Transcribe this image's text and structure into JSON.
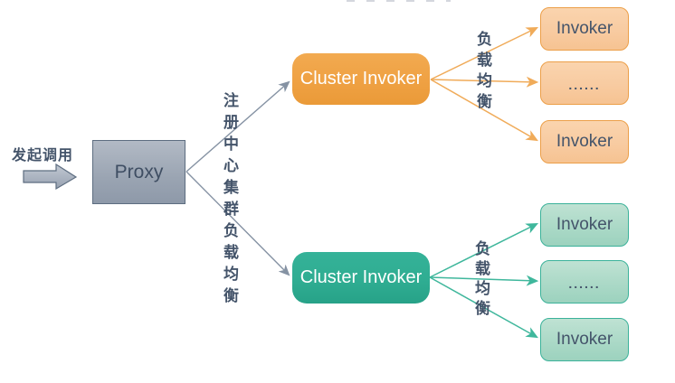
{
  "colors": {
    "ink": "#44546A",
    "orange": "#EFA143",
    "orange_light": "#F8CBA1",
    "orange_border": "#EC9F49",
    "orange_line": "#F0AB59",
    "teal": "#2FAD92",
    "teal_light": "#ABD9C7",
    "teal_border": "#3BB29A",
    "teal_line": "#3FB79C",
    "gray_line": "#8592A3",
    "proxy_border": "#5D6D80"
  },
  "caller": {
    "label": "发起调用"
  },
  "proxy": {
    "label": "Proxy"
  },
  "registry_note": {
    "text": "注册中心集群负载均衡"
  },
  "clusters": {
    "top": {
      "label": "Cluster Invoker",
      "lb_note": "负载均衡",
      "invokers": [
        "Invoker",
        "......",
        "Invoker"
      ]
    },
    "bottom": {
      "label": "Cluster Invoker",
      "lb_note": "负载均衡",
      "invokers": [
        "Invoker",
        "......",
        "Invoker"
      ]
    }
  }
}
